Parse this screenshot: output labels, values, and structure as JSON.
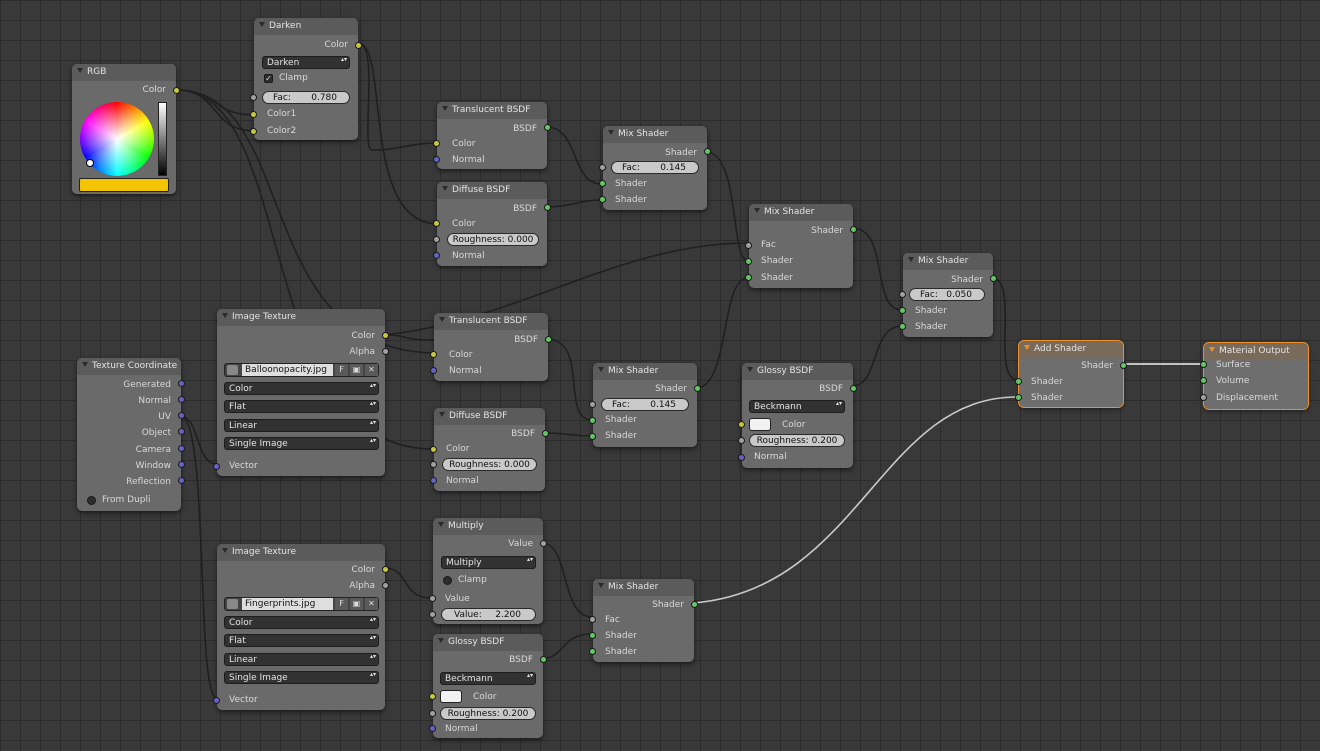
{
  "nodes": {
    "rgb": {
      "title": "RGB",
      "out_color": "Color"
    },
    "darken": {
      "title": "Darken",
      "out_color": "Color",
      "mode": "Darken",
      "clamp": "Clamp",
      "fac_label": "Fac:",
      "fac_value": "0.780",
      "in1": "Color1",
      "in2": "Color2"
    },
    "translucent1": {
      "title": "Translucent BSDF",
      "out": "BSDF",
      "in_color": "Color",
      "in_normal": "Normal"
    },
    "diffuse1": {
      "title": "Diffuse BSDF",
      "out": "BSDF",
      "in_color": "Color",
      "rough_label": "Roughness:",
      "rough_value": "0.000",
      "in_normal": "Normal"
    },
    "mix1": {
      "title": "Mix Shader",
      "out": "Shader",
      "fac_label": "Fac:",
      "fac_value": "0.145",
      "in1": "Shader",
      "in2": "Shader"
    },
    "mix2": {
      "title": "Mix Shader",
      "out": "Shader",
      "fac": "Fac",
      "in1": "Shader",
      "in2": "Shader"
    },
    "mix3": {
      "title": "Mix Shader",
      "out": "Shader",
      "fac_label": "Fac:",
      "fac_value": "0.050",
      "in1": "Shader",
      "in2": "Shader"
    },
    "image1": {
      "title": "Image Texture",
      "out_color": "Color",
      "out_alpha": "Alpha",
      "file": "Balloonopacity.jpg",
      "f": "F",
      "color_mode": "Color",
      "projection": "Flat",
      "interp": "Linear",
      "source": "Single Image",
      "in_vector": "Vector"
    },
    "texcoord": {
      "title": "Texture Coordinate",
      "outputs": [
        "Generated",
        "Normal",
        "UV",
        "Object",
        "Camera",
        "Window",
        "Reflection"
      ],
      "from_dupli": "From Dupli"
    },
    "translucent2": {
      "title": "Translucent BSDF",
      "out": "BSDF",
      "in_color": "Color",
      "in_normal": "Normal"
    },
    "diffuse2": {
      "title": "Diffuse BSDF",
      "out": "BSDF",
      "in_color": "Color",
      "rough_label": "Roughness:",
      "rough_value": "0.000",
      "in_normal": "Normal"
    },
    "mix4": {
      "title": "Mix Shader",
      "out": "Shader",
      "fac_label": "Fac:",
      "fac_value": "0.145",
      "in1": "Shader",
      "in2": "Shader"
    },
    "glossy1": {
      "title": "Glossy BSDF",
      "out": "BSDF",
      "dist": "Beckmann",
      "in_color": "Color",
      "rough_label": "Roughness:",
      "rough_value": "0.200",
      "in_normal": "Normal"
    },
    "addshader": {
      "title": "Add Shader",
      "out": "Shader",
      "in1": "Shader",
      "in2": "Shader"
    },
    "matout": {
      "title": "Material Output",
      "in_surface": "Surface",
      "in_volume": "Volume",
      "in_disp": "Displacement"
    },
    "image2": {
      "title": "Image Texture",
      "out_color": "Color",
      "out_alpha": "Alpha",
      "file": "Fingerprints.jpg",
      "f": "F",
      "color_mode": "Color",
      "projection": "Flat",
      "interp": "Linear",
      "source": "Single Image",
      "in_vector": "Vector"
    },
    "multiply": {
      "title": "Multiply",
      "out": "Value",
      "mode": "Multiply",
      "clamp": "Clamp",
      "in_value": "Value",
      "val_label": "Value:",
      "val_value": "2.200"
    },
    "glossy2": {
      "title": "Glossy BSDF",
      "out": "BSDF",
      "dist": "Beckmann",
      "in_color": "Color",
      "rough_label": "Roughness:",
      "rough_value": "0.200",
      "in_normal": "Normal"
    },
    "mix5": {
      "title": "Mix Shader",
      "out": "Shader",
      "fac": "Fac",
      "in1": "Shader",
      "in2": "Shader"
    }
  },
  "colors": {
    "socket_color": "#c8c83c",
    "socket_shader": "#63c763",
    "socket_value": "#a1a1a1",
    "socket_vector": "#6363c7",
    "rgb_value": "#f5c400",
    "selection": "#f0902a"
  }
}
